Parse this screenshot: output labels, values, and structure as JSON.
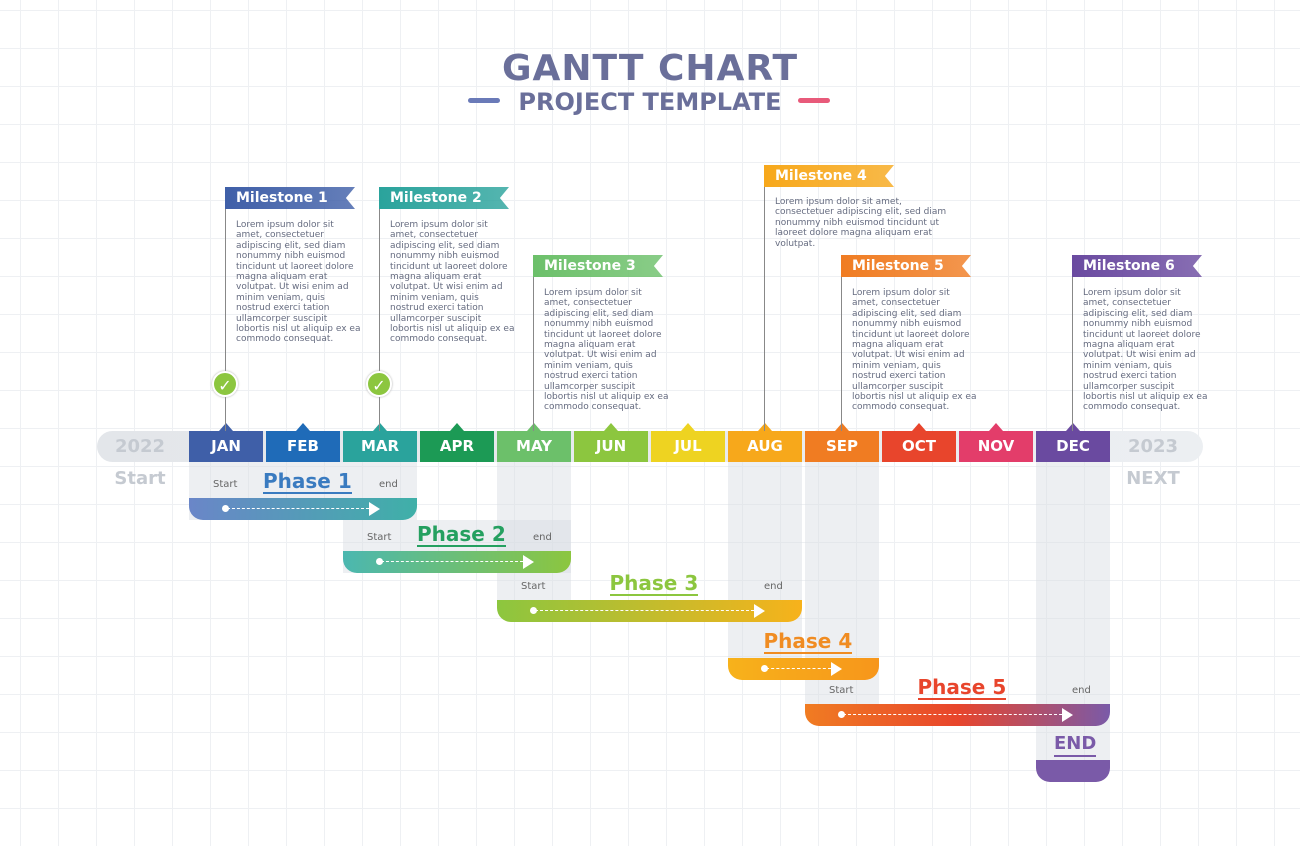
{
  "title": "GANTT CHART",
  "subtitle": "PROJECT TEMPLATE",
  "timeline": {
    "start_year": "2022",
    "start_label": "Start",
    "end_year": "2023",
    "end_label": "NEXT",
    "months": [
      {
        "label": "JAN",
        "color": "#3f5fa8"
      },
      {
        "label": "FEB",
        "color": "#1f6bb8"
      },
      {
        "label": "MAR",
        "color": "#2aa39c"
      },
      {
        "label": "APR",
        "color": "#1c9a55"
      },
      {
        "label": "MAY",
        "color": "#6cc06a"
      },
      {
        "label": "JUN",
        "color": "#8cc63f"
      },
      {
        "label": "JUL",
        "color": "#eed321"
      },
      {
        "label": "AUG",
        "color": "#f7a81b"
      },
      {
        "label": "SEP",
        "color": "#f07c22"
      },
      {
        "label": "OCT",
        "color": "#e8452c"
      },
      {
        "label": "NOV",
        "color": "#e33d6a"
      },
      {
        "label": "DEC",
        "color": "#6a4aa0"
      }
    ]
  },
  "milestones": [
    {
      "label": "Milestone 1",
      "month": "JAN",
      "completed": true,
      "color": "#3f5fa8",
      "text": "Lorem ipsum dolor sit amet, consectetuer adipiscing elit, sed diam nonummy nibh euismod tincidunt ut laoreet dolore magna aliquam erat volutpat. Ut wisi enim ad minim veniam, quis nostrud exerci tation ullamcorper suscipit lobortis nisl ut aliquip ex ea commodo consequat."
    },
    {
      "label": "Milestone 2",
      "month": "MAR",
      "completed": true,
      "color": "#2aa39c",
      "text": "Lorem ipsum dolor sit amet, consectetuer adipiscing elit, sed diam nonummy nibh euismod tincidunt ut laoreet dolore magna aliquam erat volutpat. Ut wisi enim ad minim veniam, quis nostrud exerci tation ullamcorper suscipit lobortis nisl ut aliquip ex ea commodo consequat."
    },
    {
      "label": "Milestone 3",
      "month": "MAY",
      "completed": false,
      "color": "#6cc06a",
      "text": "Lorem ipsum dolor sit amet, consectetuer adipiscing elit, sed diam nonummy nibh euismod tincidunt ut laoreet dolore magna aliquam erat volutpat. Ut wisi enim ad minim veniam, quis nostrud exerci tation ullamcorper suscipit lobortis nisl ut aliquip ex ea commodo consequat."
    },
    {
      "label": "Milestone 4",
      "month": "AUG",
      "completed": false,
      "color": "#f7a81b",
      "text": "Lorem ipsum dolor sit amet, consectetuer adipiscing elit, sed diam nonummy nibh euismod tincidunt ut laoreet dolore magna aliquam erat volutpat."
    },
    {
      "label": "Milestone 5",
      "month": "SEP",
      "completed": false,
      "color": "#f07c22",
      "text": "Lorem ipsum dolor sit amet, consectetuer adipiscing elit, sed diam nonummy nibh euismod tincidunt ut laoreet dolore magna aliquam erat volutpat. Ut wisi enim ad minim veniam, quis nostrud exerci tation ullamcorper suscipit lobortis nisl ut aliquip ex ea commodo consequat."
    },
    {
      "label": "Milestone 6",
      "month": "DEC",
      "completed": false,
      "color": "#6a4aa0",
      "text": "Lorem ipsum dolor sit amet, consectetuer adipiscing elit, sed diam nonummy nibh euismod tincidunt ut laoreet dolore magna aliquam erat volutpat. Ut wisi enim ad minim veniam, quis nostrud exerci tation ullamcorper suscipit lobortis nisl ut aliquip ex ea commodo consequat."
    }
  ],
  "phases": [
    {
      "label": "Phase 1",
      "start_month": "JAN",
      "end_month": "MAR",
      "start_text": "Start",
      "end_text": "end",
      "colors": [
        "#6a86c8",
        "#3fb0a8"
      ],
      "label_color": "#3a7bc0"
    },
    {
      "label": "Phase 2",
      "start_month": "MAR",
      "end_month": "MAY",
      "start_text": "Start",
      "end_text": "end",
      "colors": [
        "#4bb7b0",
        "#8cc63f"
      ],
      "label_color": "#25a060"
    },
    {
      "label": "Phase 3",
      "start_month": "MAY",
      "end_month": "AUG",
      "start_text": "Start",
      "end_text": "end",
      "colors": [
        "#8cc63f",
        "#f7b21b"
      ],
      "label_color": "#8cc63f"
    },
    {
      "label": "Phase 4",
      "start_month": "AUG",
      "end_month": "SEP",
      "colors": [
        "#f7b21b",
        "#f7961b"
      ],
      "label_color": "#f08c22"
    },
    {
      "label": "Phase 5",
      "start_month": "SEP",
      "end_month": "DEC",
      "start_text": "Start",
      "end_text": "end",
      "colors": [
        "#f07c22",
        "#e8452c",
        "#7a5aa8"
      ],
      "label_color": "#e8452c"
    }
  ],
  "end": {
    "label": "END",
    "month": "DEC",
    "color": "#7a5aa8"
  }
}
